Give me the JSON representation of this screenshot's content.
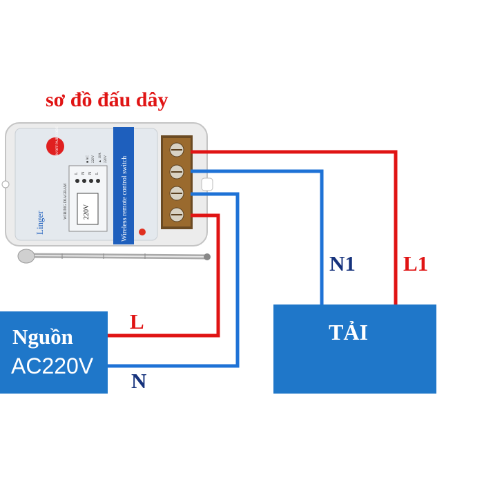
{
  "title": "sơ đồ đấu dây",
  "device": {
    "brand": "Linger",
    "side_text": "Wireless remote control switch",
    "button_text": "ON/OFF PAIR CODE",
    "voltage_text": "220V",
    "wiring_label": "WIRING DIAGRAM",
    "terminal_labels": [
      "L",
      "N",
      "N",
      "L"
    ],
    "legend_lines": [
      "■ AC",
      "220V",
      "▲ 10A",
      "220V"
    ]
  },
  "source": {
    "title": "Nguồn",
    "subtitle": "AC220V"
  },
  "load": {
    "title": "TẢI"
  },
  "wire_labels": {
    "L": "L",
    "N": "N",
    "N1": "N1",
    "L1": "L1"
  },
  "colors": {
    "live": "#e01414",
    "neutral": "#1e72d6",
    "box": "#1f77c9",
    "label_navy": "#16327c"
  }
}
